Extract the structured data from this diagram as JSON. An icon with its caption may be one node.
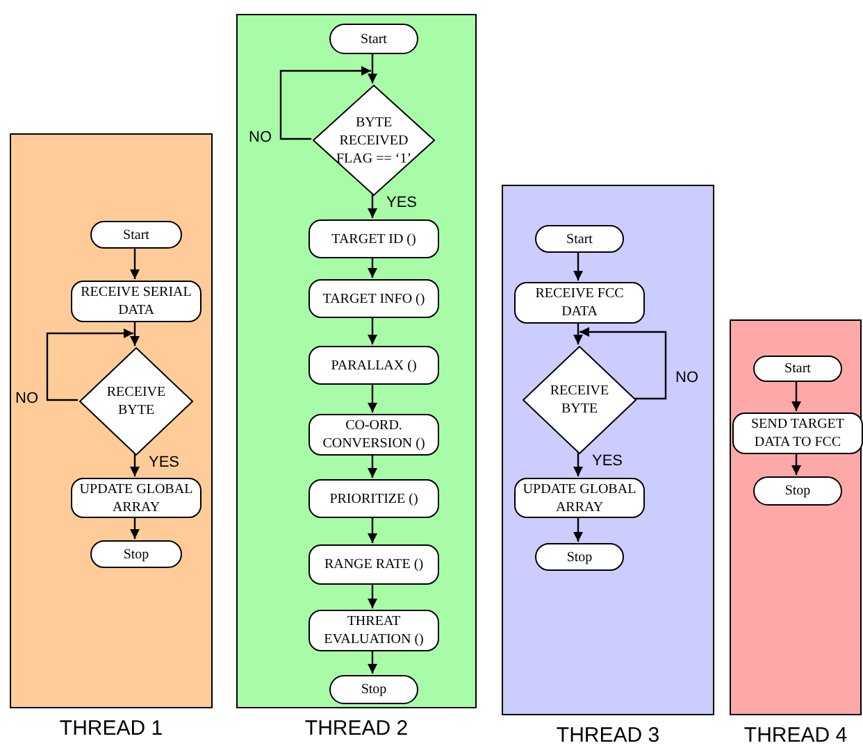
{
  "diagram": {
    "nodes": [
      {
        "text": [
          "THREAD 1"
        ]
      },
      {
        "text": [
          "Start"
        ],
        "in": 0
      },
      {
        "text": [
          "RECEIVE SERIAL DATA"
        ],
        "in": 0
      },
      {
        "text": [
          "RECEIVE BYTE"
        ],
        "in": 0
      },
      {
        "text": [
          "UPDATE GLOBAL ARRAY"
        ],
        "in": 0
      },
      {
        "text": [
          "Stop"
        ],
        "in": 0
      },
      {
        "text": [
          "THREAD 2"
        ]
      },
      {
        "text": [
          "Start"
        ],
        "in": 6
      },
      {
        "text": [
          "BYTE RECEIVED FLAG == ‘1’"
        ],
        "in": 6
      },
      {
        "text": [
          "TARGET ID ()"
        ],
        "in": 6
      },
      {
        "text": [
          "TARGET INFO ()"
        ],
        "in": 6
      },
      {
        "text": [
          "PARALLAX ()"
        ],
        "in": 6
      },
      {
        "text": [
          "CO-ORD. CONVERSION ()"
        ],
        "in": 6
      },
      {
        "text": [
          "PRIORITIZE ()"
        ],
        "in": 6
      },
      {
        "text": [
          "RANGE RATE ()"
        ],
        "in": 6
      },
      {
        "text": [
          "THREAT EVALUATION ()"
        ],
        "in": 6
      },
      {
        "text": [
          "Stop"
        ],
        "in": 6
      },
      {
        "text": [
          "THREAD 3"
        ]
      },
      {
        "text": [
          "Start"
        ],
        "in": 17
      },
      {
        "text": [
          "RECEIVE FCC DATA"
        ],
        "in": 17
      },
      {
        "text": [
          "RECEIVE BYTE"
        ],
        "in": 17
      },
      {
        "text": [
          "UPDATE GLOBAL ARRAY"
        ],
        "in": 17
      },
      {
        "text": [
          "Stop"
        ],
        "in": 17
      },
      {
        "text": [
          "THREAD 4"
        ]
      },
      {
        "text": [
          "Start"
        ],
        "in": 23
      },
      {
        "text": [
          "SEND TARGET DATA TO FCC"
        ],
        "in": 23
      },
      {
        "text": [
          "Stop"
        ],
        "in": 23
      }
    ],
    "edges": [
      {
        "from": 1,
        "to": 2,
        "arrow": "to"
      },
      {
        "from": 2,
        "to": 3,
        "arrow": "to"
      },
      {
        "from": 3,
        "to": 4,
        "arrow": "to",
        "label": "YES"
      },
      {
        "from": 4,
        "to": 5,
        "arrow": "to"
      },
      {
        "from": 3,
        "to": 3,
        "arrow": "to",
        "label": "NO"
      },
      {
        "from": 7,
        "to": 8,
        "arrow": "to"
      },
      {
        "from": 8,
        "to": 9,
        "arrow": "to",
        "label": "YES"
      },
      {
        "from": 9,
        "to": 10,
        "arrow": "to"
      },
      {
        "from": 10,
        "to": 11,
        "arrow": "to"
      },
      {
        "from": 11,
        "to": 12,
        "arrow": "to"
      },
      {
        "from": 12,
        "to": 13,
        "arrow": "to"
      },
      {
        "from": 13,
        "to": 14,
        "arrow": "to"
      },
      {
        "from": 14,
        "to": 15,
        "arrow": "to"
      },
      {
        "from": 15,
        "to": 16,
        "arrow": "to"
      },
      {
        "from": 8,
        "to": 8,
        "arrow": "to",
        "label": "NO"
      },
      {
        "from": 18,
        "to": 19,
        "arrow": "to"
      },
      {
        "from": 19,
        "to": 20,
        "arrow": "to"
      },
      {
        "from": 20,
        "to": 21,
        "arrow": "to",
        "label": "YES"
      },
      {
        "from": 21,
        "to": 22,
        "arrow": "to"
      },
      {
        "from": 20,
        "to": 20,
        "arrow": "to",
        "label": "NO"
      },
      {
        "from": 24,
        "to": 25,
        "arrow": "to"
      },
      {
        "from": 25,
        "to": 26,
        "arrow": "to"
      }
    ]
  }
}
